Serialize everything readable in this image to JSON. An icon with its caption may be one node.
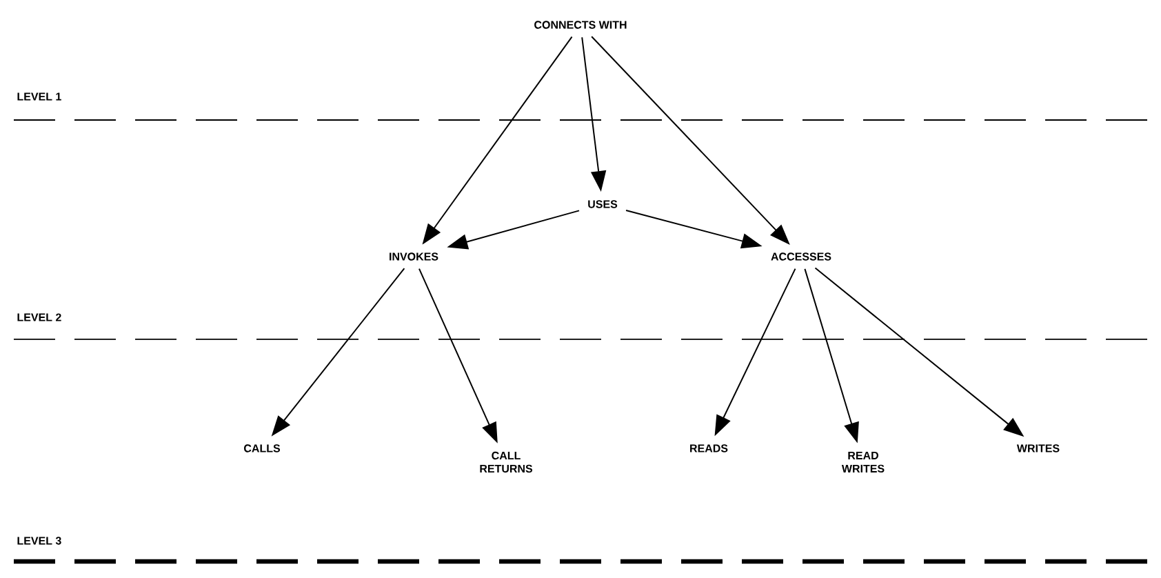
{
  "diagram": {
    "nodes": [
      {
        "text": [
          "CONNECTS WITH"
        ]
      },
      {
        "text": [
          "USES"
        ]
      },
      {
        "text": [
          "INVOKES"
        ]
      },
      {
        "text": [
          "ACCESSES"
        ]
      },
      {
        "text": [
          "CALLS"
        ]
      },
      {
        "text": [
          "CALL RETURNS"
        ]
      },
      {
        "text": [
          "READS"
        ]
      },
      {
        "text": [
          "READ WRITES"
        ]
      },
      {
        "text": [
          "WRITES"
        ]
      }
    ],
    "edges": [
      {
        "from": 0,
        "to": 2,
        "arrow": "to"
      },
      {
        "from": 0,
        "to": 1,
        "arrow": "to"
      },
      {
        "from": 0,
        "to": 3,
        "arrow": "to"
      },
      {
        "from": 1,
        "to": 2,
        "arrow": "to"
      },
      {
        "from": 1,
        "to": 3,
        "arrow": "to"
      },
      {
        "from": 2,
        "to": 4,
        "arrow": "to"
      },
      {
        "from": 2,
        "to": 5,
        "arrow": "to"
      },
      {
        "from": 3,
        "to": 6,
        "arrow": "to"
      },
      {
        "from": 3,
        "to": 7,
        "arrow": "to"
      },
      {
        "from": 3,
        "to": 8,
        "arrow": "to"
      }
    ],
    "labels": [
      "LEVEL 1",
      "LEVEL 2",
      "LEVEL 3"
    ]
  }
}
